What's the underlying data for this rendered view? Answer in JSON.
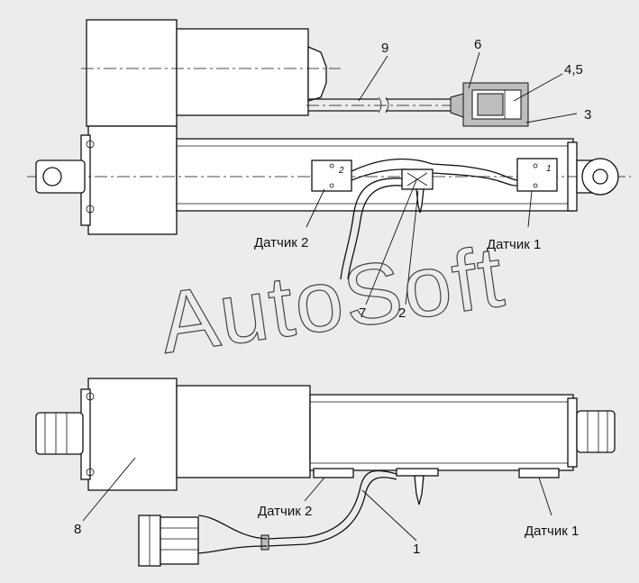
{
  "watermark": "AutoSoft",
  "callouts": {
    "c1": "1",
    "c2": "2",
    "c3": "3",
    "c45": "4,5",
    "c6": "6",
    "c7": "7",
    "c8": "8",
    "c9": "9"
  },
  "sensors": {
    "top_left": "Датчик 2",
    "top_right": "Датчик 1",
    "bottom_left": "Датчик 2",
    "bottom_right": "Датчик 1",
    "mark_2": "2",
    "mark_1": "1"
  }
}
